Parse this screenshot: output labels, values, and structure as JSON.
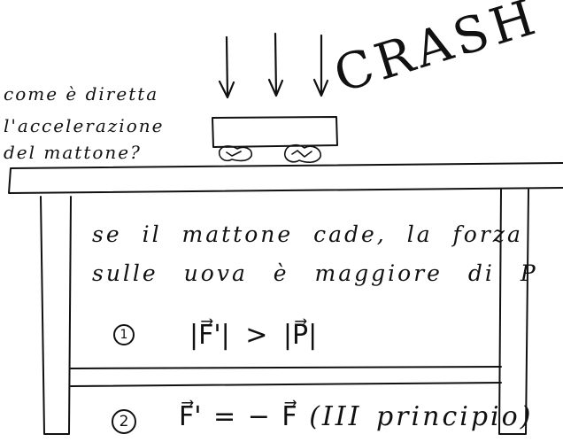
{
  "question": {
    "line1": "come è diretta",
    "line2": "l'accelerazione",
    "line3": "del mattone?"
  },
  "crash_label": "CRASH",
  "statement": {
    "line1": "se il mattone cade, la forza",
    "line2": "sulle uova è maggiore di P"
  },
  "relation1": {
    "number": "1",
    "formula": "|F⃗'| > |P⃗|"
  },
  "relation2": {
    "number": "2",
    "formula": "F⃗' = − F⃗",
    "note": "(III principio)"
  },
  "icons": [
    "down-arrow-icon",
    "down-arrow-icon",
    "down-arrow-icon"
  ],
  "colors": {
    "ink": "#111111",
    "paper": "#ffffff"
  }
}
